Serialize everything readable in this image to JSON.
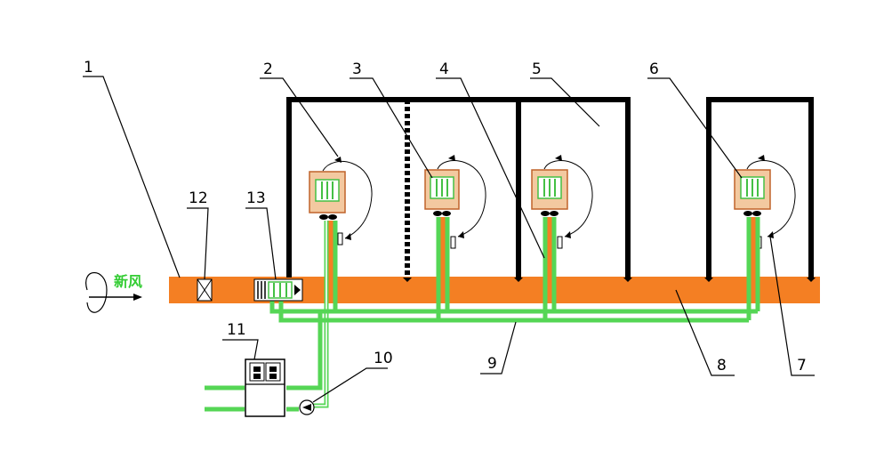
{
  "labels": {
    "l1": "1",
    "l2": "2",
    "l3": "3",
    "l4": "4",
    "l5": "5",
    "l6": "6",
    "l7": "7",
    "l8": "8",
    "l9": "9",
    "l10": "10",
    "l11": "11",
    "l12": "12",
    "l13": "13"
  },
  "fresh_air": "新风",
  "colors": {
    "duct": "#f47f23",
    "pipe": "#55d655",
    "unit_fill": "#f3c9a0",
    "unit_border": "#c0632a",
    "wall": "#000000"
  }
}
